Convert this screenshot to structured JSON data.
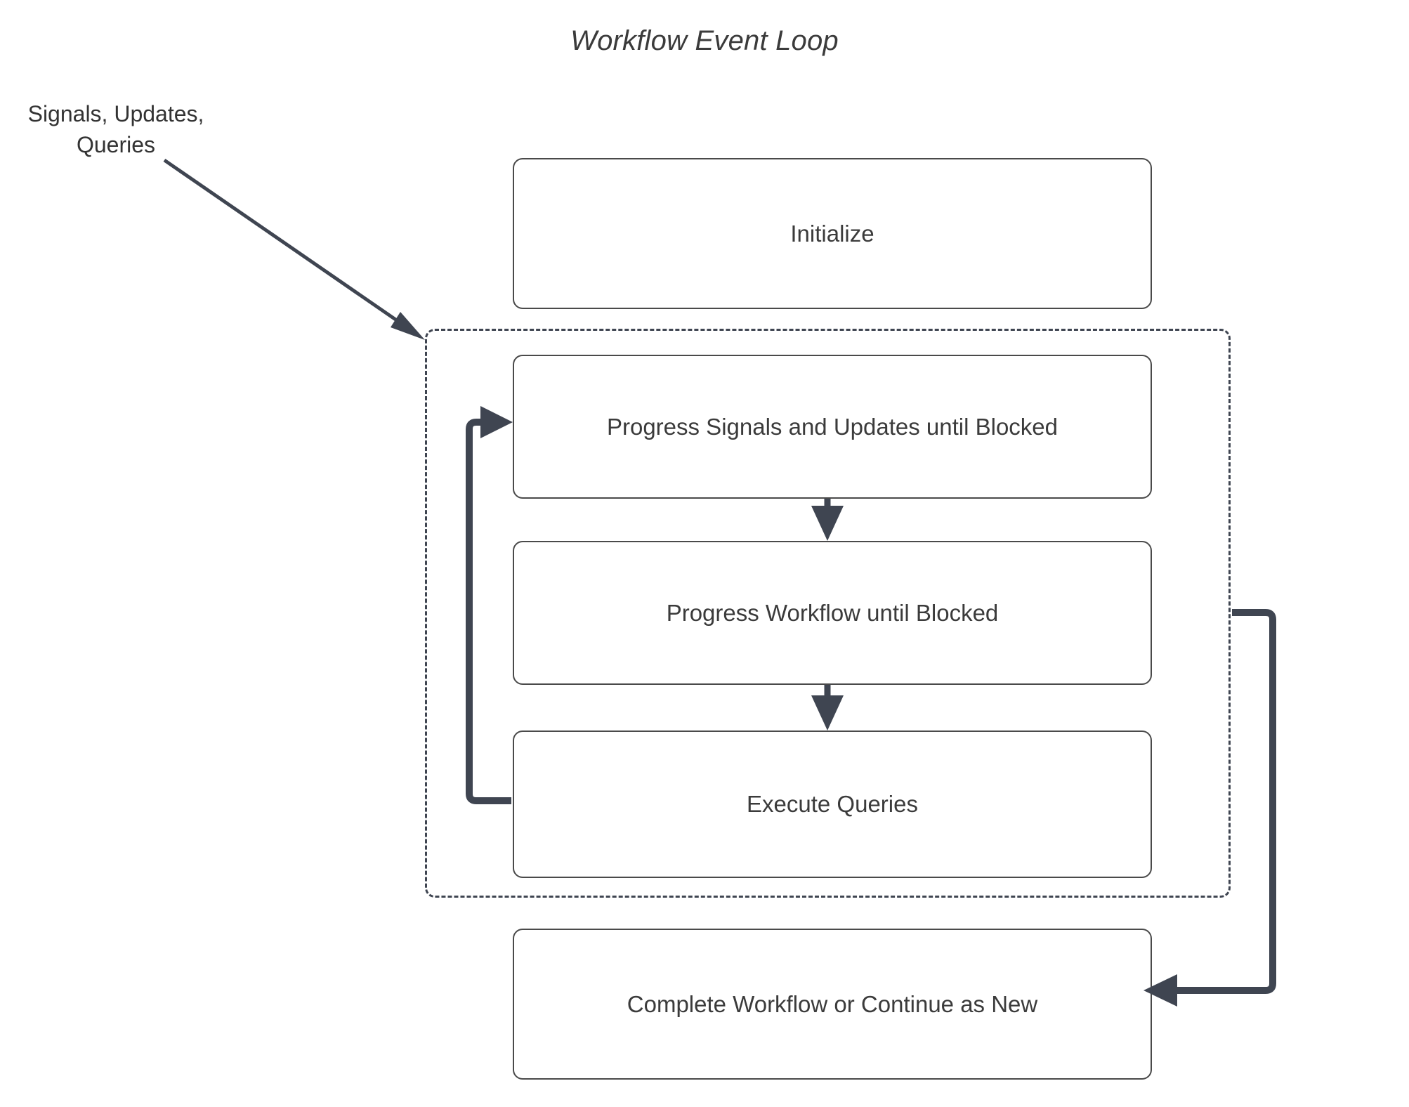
{
  "diagram": {
    "title": "Workflow Event Loop",
    "type": "flowchart",
    "background_color": "#ffffff",
    "accent_color": "#3f4551",
    "box_border_color": "#4a4a4a",
    "text_color": "#3b3b3b",
    "external_input": {
      "label": "Signals, Updates,\nQueries"
    },
    "loop_container": {
      "style": "dashed",
      "label": ""
    },
    "nodes": [
      {
        "id": "initialize",
        "label": "Initialize",
        "inside_loop": false
      },
      {
        "id": "progress-signals",
        "label": "Progress Signals and Updates until Blocked",
        "inside_loop": true
      },
      {
        "id": "progress-workflow",
        "label": "Progress Workflow until Blocked",
        "inside_loop": true
      },
      {
        "id": "execute-queries",
        "label": "Execute Queries",
        "inside_loop": true
      },
      {
        "id": "complete-workflow",
        "label": "Complete Workflow or Continue as New",
        "inside_loop": false
      }
    ],
    "edges": [
      {
        "id": "external-input-edge",
        "from": "Signals, Updates, Queries",
        "to": "loop-container",
        "style": "solid-thin-arrow"
      },
      {
        "id": "signals-to-workflow",
        "from": "progress-signals",
        "to": "progress-workflow",
        "style": "solid-thin-arrow"
      },
      {
        "id": "workflow-to-queries",
        "from": "progress-workflow",
        "to": "execute-queries",
        "style": "solid-thin-arrow"
      },
      {
        "id": "queries-loopback",
        "from": "execute-queries",
        "to": "progress-signals",
        "style": "thick-elbow-arrow"
      },
      {
        "id": "loop-exit",
        "from": "loop-container",
        "to": "complete-workflow",
        "style": "thick-elbow-arrow"
      }
    ]
  }
}
